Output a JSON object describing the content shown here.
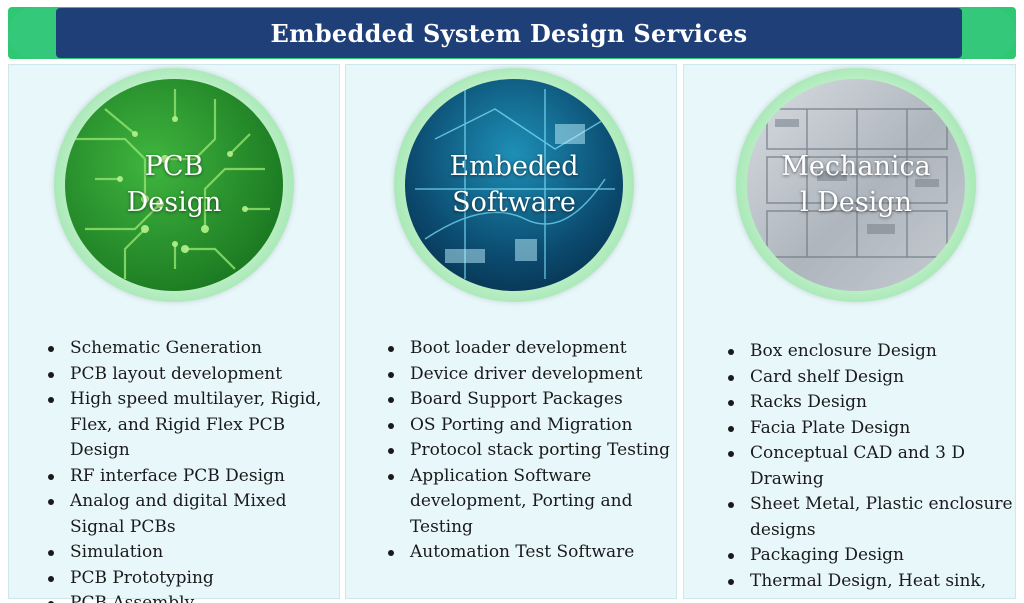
{
  "header": {
    "title": "Embedded System Design Services"
  },
  "columns": [
    {
      "circle_label": "PCB\nDesign",
      "items": [
        "Schematic Generation",
        "PCB layout development",
        "High speed multilayer, Rigid, Flex, and Rigid Flex PCB Design",
        "RF interface PCB Design",
        "Analog and digital Mixed Signal PCBs",
        "Simulation",
        "PCB Prototyping",
        "PCB Assembly"
      ]
    },
    {
      "circle_label": "Embeded\nSoftware",
      "items": [
        "Boot loader development",
        "Device driver development",
        "Board Support Packages",
        "OS Porting and Migration",
        "Protocol stack porting Testing",
        "Application Software development, Porting and Testing",
        "Automation Test Software"
      ]
    },
    {
      "circle_label": "Mechanica\nl Design",
      "items": [
        "Box enclosure Design",
        "Card shelf Design",
        "Racks Design",
        "Facia Plate Design",
        "Conceptual CAD and 3 D Drawing",
        "Sheet Metal, Plastic enclosure designs",
        "Packaging Design",
        "Thermal Design, Heat sink,"
      ]
    }
  ],
  "colors": {
    "header_green": "#2ec772",
    "header_navy": "#1f3f79",
    "column_bg": "#e8f7fa"
  }
}
